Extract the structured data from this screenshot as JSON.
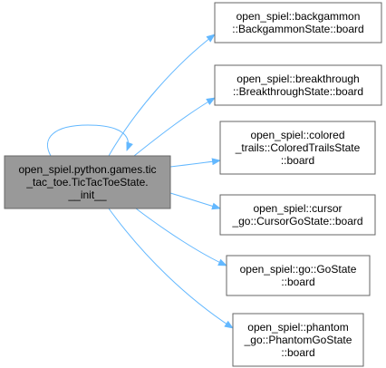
{
  "diagram": {
    "source": {
      "id": "src",
      "lines": [
        "open_spiel.python.games.tic",
        "_tac_toe.TicTacToeState.",
        "__init__"
      ]
    },
    "targets": [
      {
        "id": "t1",
        "lines": [
          "open_spiel::backgammon",
          "::BackgammonState::board"
        ]
      },
      {
        "id": "t2",
        "lines": [
          "open_spiel::breakthrough",
          "::BreakthroughState::board"
        ]
      },
      {
        "id": "t3",
        "lines": [
          "open_spiel::colored",
          "_trails::ColoredTrailsState",
          "::board"
        ]
      },
      {
        "id": "t4",
        "lines": [
          "open_spiel::cursor",
          "_go::CursorGoState::board"
        ]
      },
      {
        "id": "t5",
        "lines": [
          "open_spiel::go::GoState",
          "::board"
        ]
      },
      {
        "id": "t6",
        "lines": [
          "open_spiel::phantom",
          "_go::PhantomGoState",
          "::board"
        ]
      }
    ],
    "edges": [
      {
        "from": "src",
        "to": "src"
      },
      {
        "from": "src",
        "to": "t1"
      },
      {
        "from": "src",
        "to": "t2"
      },
      {
        "from": "src",
        "to": "t3"
      },
      {
        "from": "src",
        "to": "t4"
      },
      {
        "from": "src",
        "to": "t5"
      },
      {
        "from": "src",
        "to": "t6"
      }
    ],
    "colors": {
      "source_fill": "#999999",
      "source_stroke": "#666666",
      "target_fill": "#ffffff",
      "target_stroke": "#666666",
      "edge": "#63b8ff",
      "text": "#000000"
    }
  }
}
